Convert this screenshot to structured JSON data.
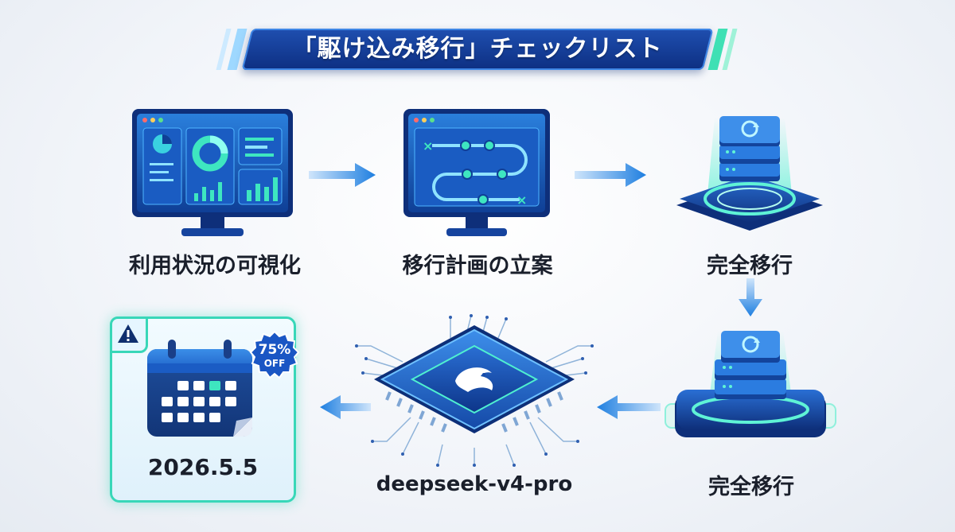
{
  "title": "「駆け込み移行」チェックリスト",
  "steps": [
    {
      "label": "利用状況の可視化",
      "icon": "dashboard-monitor-icon"
    },
    {
      "label": "移行計画の立案",
      "icon": "plan-route-monitor-icon"
    },
    {
      "label": "完全移行",
      "icon": "server-stack-icon"
    },
    {
      "label": "完全移行",
      "icon": "server-stack-icon"
    },
    {
      "label": "deepseek-v4-pro",
      "icon": "ai-chip-icon"
    }
  ],
  "deadline": {
    "date": "2026.5.5",
    "badge_percent": "75%",
    "badge_off": "OFF",
    "icon": "calendar-icon",
    "warning_icon": "warning-icon"
  },
  "colors": {
    "banner": "#0d2f82",
    "accent_blue": "#2f8ae6",
    "accent_green": "#38d7b8",
    "text": "#1a1f2b"
  }
}
